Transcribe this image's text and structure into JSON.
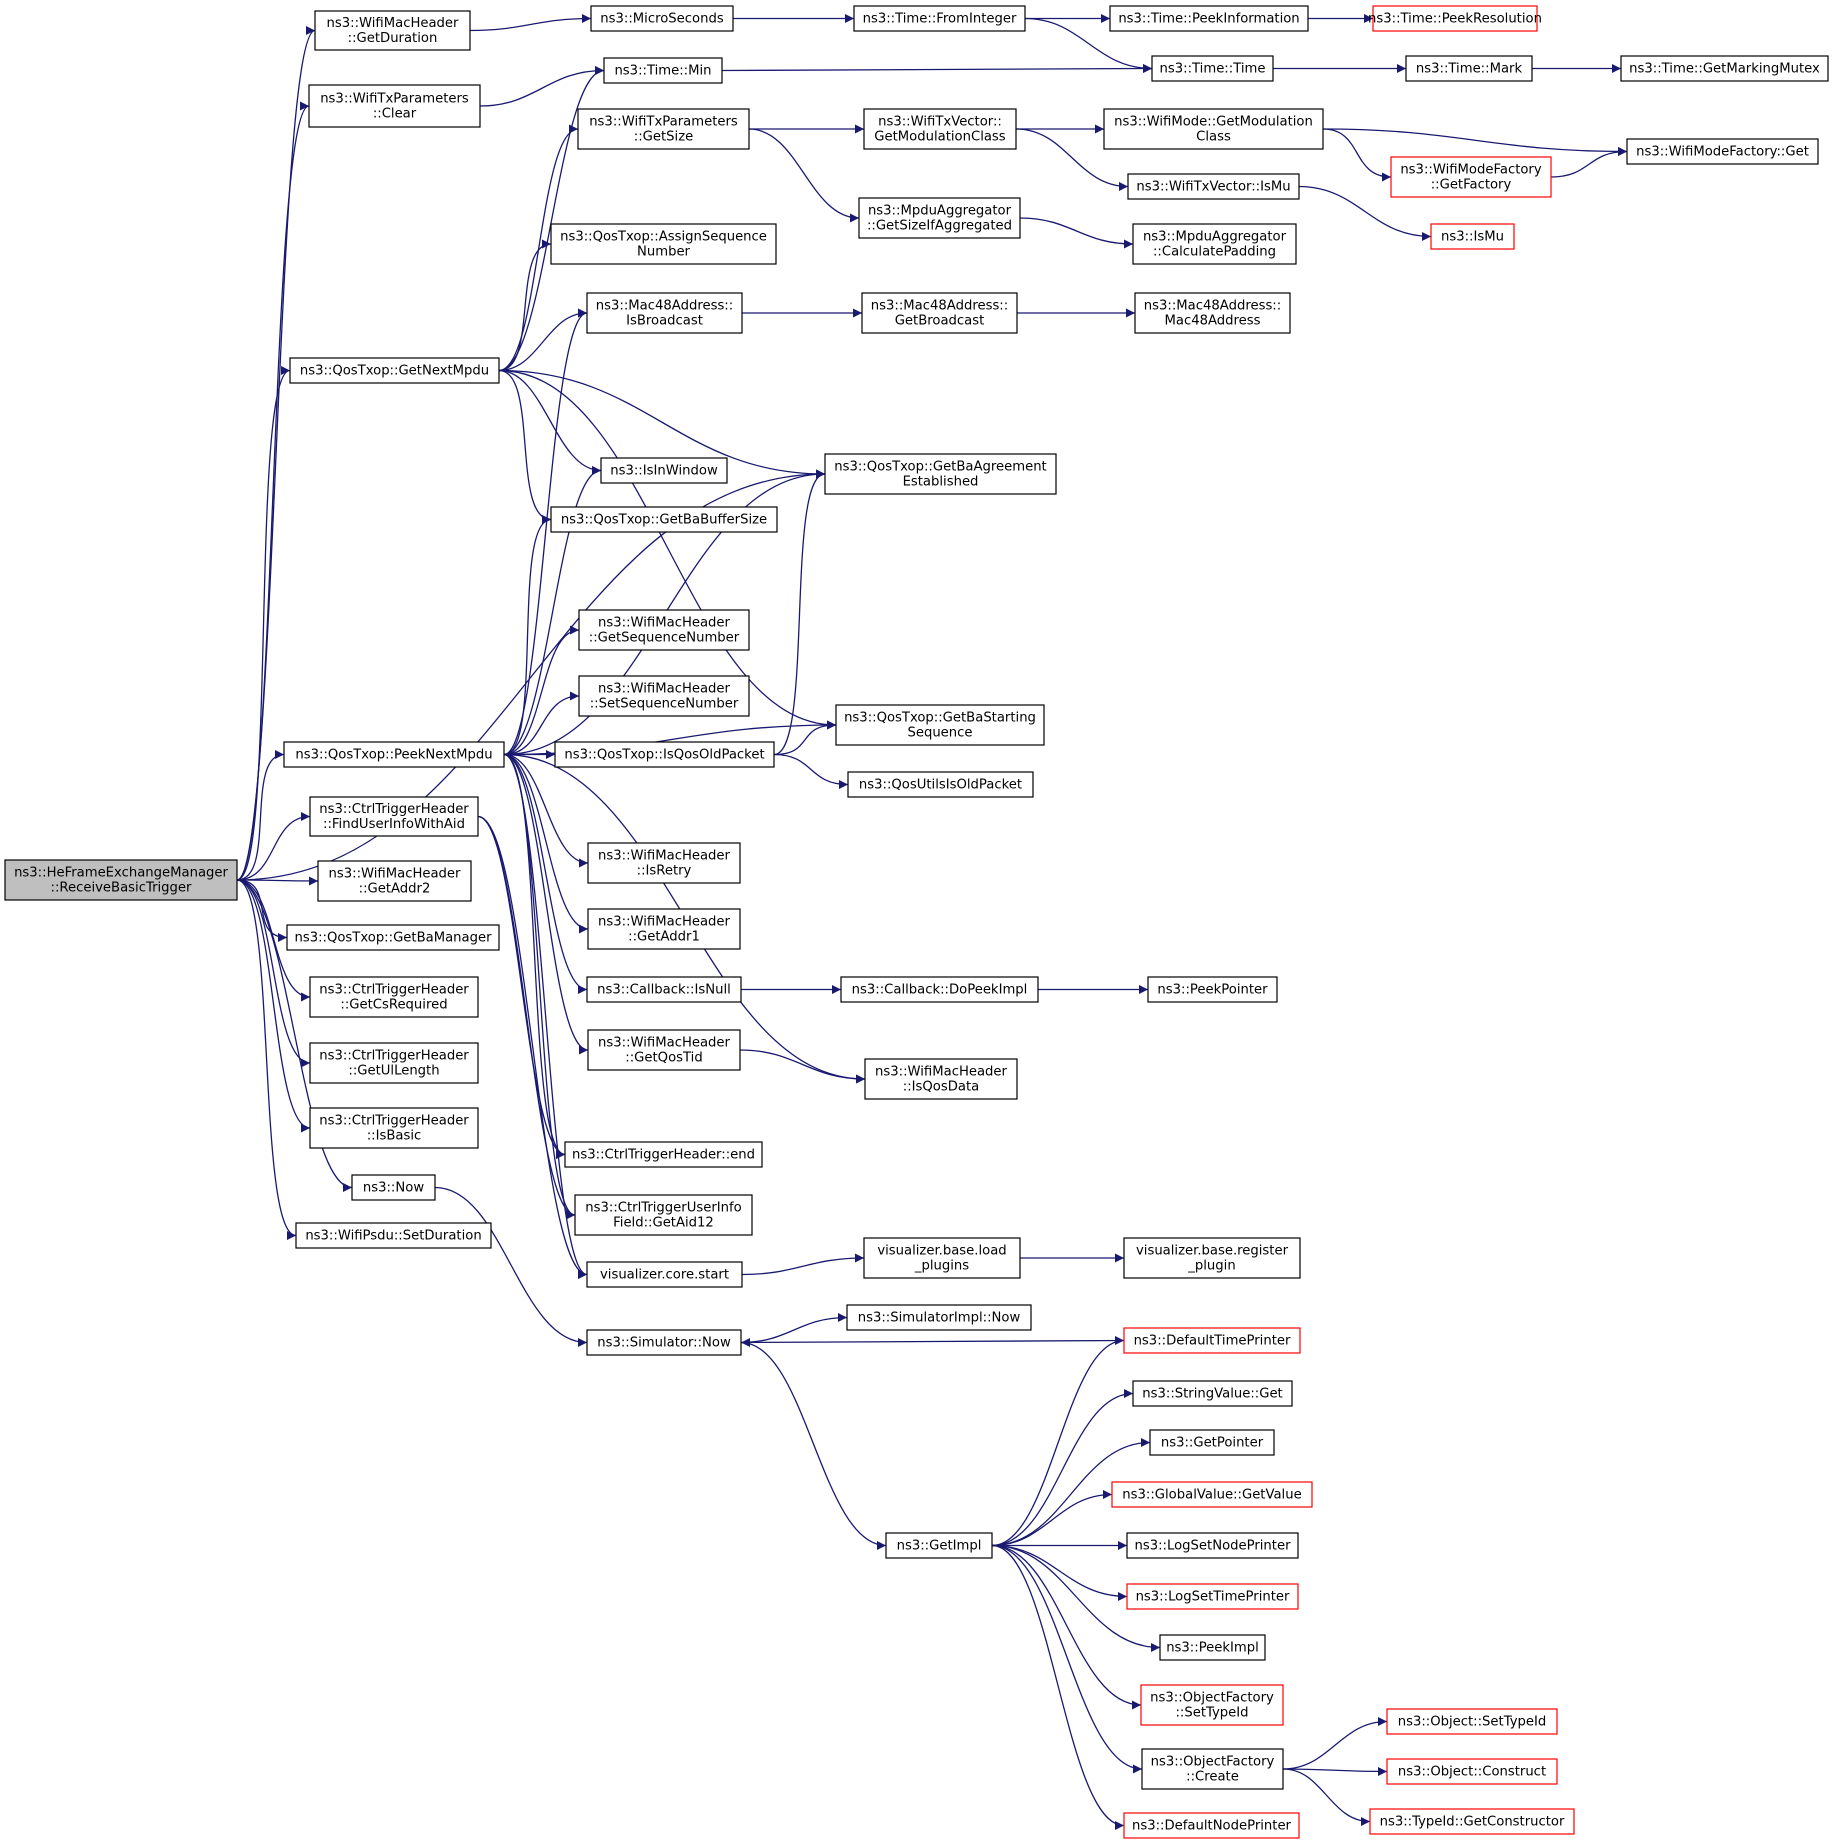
{
  "graph": {
    "colors": {
      "edge": "#191970",
      "node_border": "#000000",
      "external_border": "#ff0000",
      "root_fill": "#bfbfbf",
      "node_fill": "#ffffff"
    },
    "nodes": [
      {
        "id": "root",
        "lines": [
          "ns3::HeFrameExchangeManager",
          "::ReceiveBasicTrigger"
        ],
        "kind": "root"
      },
      {
        "id": "n1",
        "lines": [
          "ns3::WifiMacHeader",
          "::GetDuration"
        ],
        "kind": "normal"
      },
      {
        "id": "n2",
        "lines": [
          "ns3::MicroSeconds"
        ],
        "kind": "normal"
      },
      {
        "id": "n3",
        "lines": [
          "ns3::Time::FromInteger"
        ],
        "kind": "normal"
      },
      {
        "id": "n4",
        "lines": [
          "ns3::Time::PeekInformation"
        ],
        "kind": "normal"
      },
      {
        "id": "n5",
        "lines": [
          "ns3::Time::PeekResolution"
        ],
        "kind": "external"
      },
      {
        "id": "n6",
        "lines": [
          "ns3::WifiTxParameters",
          "::Clear"
        ],
        "kind": "normal"
      },
      {
        "id": "n7",
        "lines": [
          "ns3::Time::Min"
        ],
        "kind": "normal"
      },
      {
        "id": "n8",
        "lines": [
          "ns3::Time::Time"
        ],
        "kind": "normal"
      },
      {
        "id": "n9",
        "lines": [
          "ns3::Time::Mark"
        ],
        "kind": "normal"
      },
      {
        "id": "n10",
        "lines": [
          "ns3::Time::GetMarkingMutex"
        ],
        "kind": "normal"
      },
      {
        "id": "n11",
        "lines": [
          "ns3::WifiTxParameters",
          "::GetSize"
        ],
        "kind": "normal"
      },
      {
        "id": "n12",
        "lines": [
          "ns3::WifiTxVector::",
          "GetModulationClass"
        ],
        "kind": "normal"
      },
      {
        "id": "n13",
        "lines": [
          "ns3::WifiMode::GetModulation",
          "Class"
        ],
        "kind": "normal"
      },
      {
        "id": "n14",
        "lines": [
          "ns3::WifiModeFactory::Get"
        ],
        "kind": "normal"
      },
      {
        "id": "n15",
        "lines": [
          "ns3::WifiModeFactory",
          "::GetFactory"
        ],
        "kind": "external"
      },
      {
        "id": "n16",
        "lines": [
          "ns3::WifiTxVector::IsMu"
        ],
        "kind": "normal"
      },
      {
        "id": "n17",
        "lines": [
          "ns3::IsMu"
        ],
        "kind": "external"
      },
      {
        "id": "n18",
        "lines": [
          "ns3::MpduAggregator",
          "::GetSizeIfAggregated"
        ],
        "kind": "normal"
      },
      {
        "id": "n19",
        "lines": [
          "ns3::MpduAggregator",
          "::CalculatePadding"
        ],
        "kind": "normal"
      },
      {
        "id": "n20",
        "lines": [
          "ns3::QosTxop::AssignSequence",
          "Number"
        ],
        "kind": "normal"
      },
      {
        "id": "n21",
        "lines": [
          "ns3::Mac48Address::",
          "IsBroadcast"
        ],
        "kind": "normal"
      },
      {
        "id": "n22",
        "lines": [
          "ns3::Mac48Address::",
          "GetBroadcast"
        ],
        "kind": "normal"
      },
      {
        "id": "n23",
        "lines": [
          "ns3::Mac48Address::",
          "Mac48Address"
        ],
        "kind": "normal"
      },
      {
        "id": "n24",
        "lines": [
          "ns3::QosTxop::GetNextMpdu"
        ],
        "kind": "normal"
      },
      {
        "id": "n25",
        "lines": [
          "ns3::QosTxop::GetBaAgreement",
          "Established"
        ],
        "kind": "normal"
      },
      {
        "id": "n26",
        "lines": [
          "ns3::IsInWindow"
        ],
        "kind": "normal"
      },
      {
        "id": "n27",
        "lines": [
          "ns3::QosTxop::GetBaBufferSize"
        ],
        "kind": "normal"
      },
      {
        "id": "n28",
        "lines": [
          "ns3::WifiMacHeader",
          "::GetSequenceNumber"
        ],
        "kind": "normal"
      },
      {
        "id": "n29",
        "lines": [
          "ns3::WifiMacHeader",
          "::SetSequenceNumber"
        ],
        "kind": "normal"
      },
      {
        "id": "n30",
        "lines": [
          "ns3::QosTxop::GetBaStarting",
          "Sequence"
        ],
        "kind": "normal"
      },
      {
        "id": "n31",
        "lines": [
          "ns3::QosTxop::PeekNextMpdu"
        ],
        "kind": "normal"
      },
      {
        "id": "n32",
        "lines": [
          "ns3::QosTxop::IsQosOldPacket"
        ],
        "kind": "normal"
      },
      {
        "id": "n33",
        "lines": [
          "ns3::QosUtilsIsOldPacket"
        ],
        "kind": "normal"
      },
      {
        "id": "n34",
        "lines": [
          "ns3::CtrlTriggerHeader",
          "::FindUserInfoWithAid"
        ],
        "kind": "normal"
      },
      {
        "id": "n35",
        "lines": [
          "ns3::WifiMacHeader",
          "::IsRetry"
        ],
        "kind": "normal"
      },
      {
        "id": "n36",
        "lines": [
          "ns3::WifiMacHeader",
          "::GetAddr2"
        ],
        "kind": "normal"
      },
      {
        "id": "n37",
        "lines": [
          "ns3::WifiMacHeader",
          "::GetAddr1"
        ],
        "kind": "normal"
      },
      {
        "id": "n38",
        "lines": [
          "ns3::QosTxop::GetBaManager"
        ],
        "kind": "normal"
      },
      {
        "id": "n39",
        "lines": [
          "ns3::Callback::IsNull"
        ],
        "kind": "normal"
      },
      {
        "id": "n40",
        "lines": [
          "ns3::Callback::DoPeekImpl"
        ],
        "kind": "normal"
      },
      {
        "id": "n41",
        "lines": [
          "ns3::PeekPointer"
        ],
        "kind": "normal"
      },
      {
        "id": "n42",
        "lines": [
          "ns3::CtrlTriggerHeader",
          "::GetCsRequired"
        ],
        "kind": "normal"
      },
      {
        "id": "n43",
        "lines": [
          "ns3::WifiMacHeader",
          "::GetQosTid"
        ],
        "kind": "normal"
      },
      {
        "id": "n44",
        "lines": [
          "ns3::WifiMacHeader",
          "::IsQosData"
        ],
        "kind": "normal"
      },
      {
        "id": "n45",
        "lines": [
          "ns3::CtrlTriggerHeader",
          "::GetUlLength"
        ],
        "kind": "normal"
      },
      {
        "id": "n46",
        "lines": [
          "ns3::CtrlTriggerHeader",
          "::IsBasic"
        ],
        "kind": "normal"
      },
      {
        "id": "n47",
        "lines": [
          "ns3::CtrlTriggerHeader::end"
        ],
        "kind": "normal"
      },
      {
        "id": "n48",
        "lines": [
          "ns3::Now"
        ],
        "kind": "normal"
      },
      {
        "id": "n49",
        "lines": [
          "ns3::CtrlTriggerUserInfo",
          "Field::GetAid12"
        ],
        "kind": "normal"
      },
      {
        "id": "n50",
        "lines": [
          "ns3::WifiPsdu::SetDuration"
        ],
        "kind": "normal"
      },
      {
        "id": "n51",
        "lines": [
          "visualizer.base.load",
          "_plugins"
        ],
        "kind": "normal"
      },
      {
        "id": "n52",
        "lines": [
          "visualizer.base.register",
          "_plugin"
        ],
        "kind": "normal"
      },
      {
        "id": "n53",
        "lines": [
          "visualizer.core.start"
        ],
        "kind": "normal"
      },
      {
        "id": "n54",
        "lines": [
          "ns3::SimulatorImpl::Now"
        ],
        "kind": "normal"
      },
      {
        "id": "n55",
        "lines": [
          "ns3::Simulator::Now"
        ],
        "kind": "normal"
      },
      {
        "id": "n56",
        "lines": [
          "ns3::DefaultTimePrinter"
        ],
        "kind": "external"
      },
      {
        "id": "n57",
        "lines": [
          "ns3::StringValue::Get"
        ],
        "kind": "normal"
      },
      {
        "id": "n58",
        "lines": [
          "ns3::GetPointer"
        ],
        "kind": "normal"
      },
      {
        "id": "n59",
        "lines": [
          "ns3::GlobalValue::GetValue"
        ],
        "kind": "external"
      },
      {
        "id": "n60",
        "lines": [
          "ns3::GetImpl"
        ],
        "kind": "normal"
      },
      {
        "id": "n61",
        "lines": [
          "ns3::LogSetNodePrinter"
        ],
        "kind": "normal"
      },
      {
        "id": "n62",
        "lines": [
          "ns3::LogSetTimePrinter"
        ],
        "kind": "external"
      },
      {
        "id": "n63",
        "lines": [
          "ns3::PeekImpl"
        ],
        "kind": "normal"
      },
      {
        "id": "n64",
        "lines": [
          "ns3::ObjectFactory",
          "::SetTypeId"
        ],
        "kind": "external"
      },
      {
        "id": "n65",
        "lines": [
          "ns3::Object::SetTypeId"
        ],
        "kind": "external"
      },
      {
        "id": "n66",
        "lines": [
          "ns3::ObjectFactory",
          "::Create"
        ],
        "kind": "normal"
      },
      {
        "id": "n67",
        "lines": [
          "ns3::Object::Construct"
        ],
        "kind": "external"
      },
      {
        "id": "n68",
        "lines": [
          "ns3::TypeId::GetConstructor"
        ],
        "kind": "external"
      },
      {
        "id": "n69",
        "lines": [
          "ns3::DefaultNodePrinter"
        ],
        "kind": "external"
      }
    ],
    "edges": [
      [
        "root",
        "n1"
      ],
      [
        "root",
        "n6"
      ],
      [
        "root",
        "n24"
      ],
      [
        "root",
        "n25"
      ],
      [
        "root",
        "n31"
      ],
      [
        "root",
        "n34"
      ],
      [
        "root",
        "n36"
      ],
      [
        "root",
        "n38"
      ],
      [
        "root",
        "n42"
      ],
      [
        "root",
        "n45"
      ],
      [
        "root",
        "n46"
      ],
      [
        "root",
        "n48"
      ],
      [
        "root",
        "n50"
      ],
      [
        "n1",
        "n2"
      ],
      [
        "n2",
        "n3"
      ],
      [
        "n3",
        "n4"
      ],
      [
        "n3",
        "n8"
      ],
      [
        "n4",
        "n5"
      ],
      [
        "n6",
        "n7"
      ],
      [
        "n7",
        "n8"
      ],
      [
        "n8",
        "n9"
      ],
      [
        "n9",
        "n10"
      ],
      [
        "n11",
        "n12"
      ],
      [
        "n11",
        "n18"
      ],
      [
        "n12",
        "n13"
      ],
      [
        "n12",
        "n16"
      ],
      [
        "n13",
        "n14"
      ],
      [
        "n13",
        "n15"
      ],
      [
        "n15",
        "n14"
      ],
      [
        "n16",
        "n17"
      ],
      [
        "n18",
        "n19"
      ],
      [
        "n21",
        "n22"
      ],
      [
        "n22",
        "n23"
      ],
      [
        "n24",
        "n7"
      ],
      [
        "n24",
        "n11"
      ],
      [
        "n24",
        "n20"
      ],
      [
        "n24",
        "n21"
      ],
      [
        "n24",
        "n25"
      ],
      [
        "n24",
        "n26"
      ],
      [
        "n24",
        "n27"
      ],
      [
        "n24",
        "n30"
      ],
      [
        "n31",
        "n21"
      ],
      [
        "n31",
        "n26"
      ],
      [
        "n31",
        "n27"
      ],
      [
        "n31",
        "n25"
      ],
      [
        "n31",
        "n28"
      ],
      [
        "n31",
        "n29"
      ],
      [
        "n31",
        "n32"
      ],
      [
        "n31",
        "n30"
      ],
      [
        "n31",
        "n35"
      ],
      [
        "n31",
        "n37"
      ],
      [
        "n31",
        "n39"
      ],
      [
        "n31",
        "n43"
      ],
      [
        "n31",
        "n44"
      ],
      [
        "n31",
        "n47"
      ],
      [
        "n31",
        "n49"
      ],
      [
        "n31",
        "n53"
      ],
      [
        "n32",
        "n25"
      ],
      [
        "n32",
        "n30"
      ],
      [
        "n32",
        "n33"
      ],
      [
        "n34",
        "n47"
      ],
      [
        "n34",
        "n49"
      ],
      [
        "n34",
        "n53"
      ],
      [
        "n39",
        "n40"
      ],
      [
        "n40",
        "n41"
      ],
      [
        "n43",
        "n44"
      ],
      [
        "n48",
        "n55"
      ],
      [
        "n53",
        "n51"
      ],
      [
        "n51",
        "n52"
      ],
      [
        "n55",
        "n54"
      ],
      [
        "n55",
        "n60"
      ],
      [
        "n56",
        "n55"
      ],
      [
        "n60",
        "n56"
      ],
      [
        "n60",
        "n57"
      ],
      [
        "n60",
        "n58"
      ],
      [
        "n60",
        "n59"
      ],
      [
        "n60",
        "n61"
      ],
      [
        "n60",
        "n62"
      ],
      [
        "n60",
        "n63"
      ],
      [
        "n60",
        "n64"
      ],
      [
        "n60",
        "n66"
      ],
      [
        "n60",
        "n69"
      ],
      [
        "n66",
        "n65"
      ],
      [
        "n66",
        "n67"
      ],
      [
        "n66",
        "n68"
      ]
    ]
  }
}
